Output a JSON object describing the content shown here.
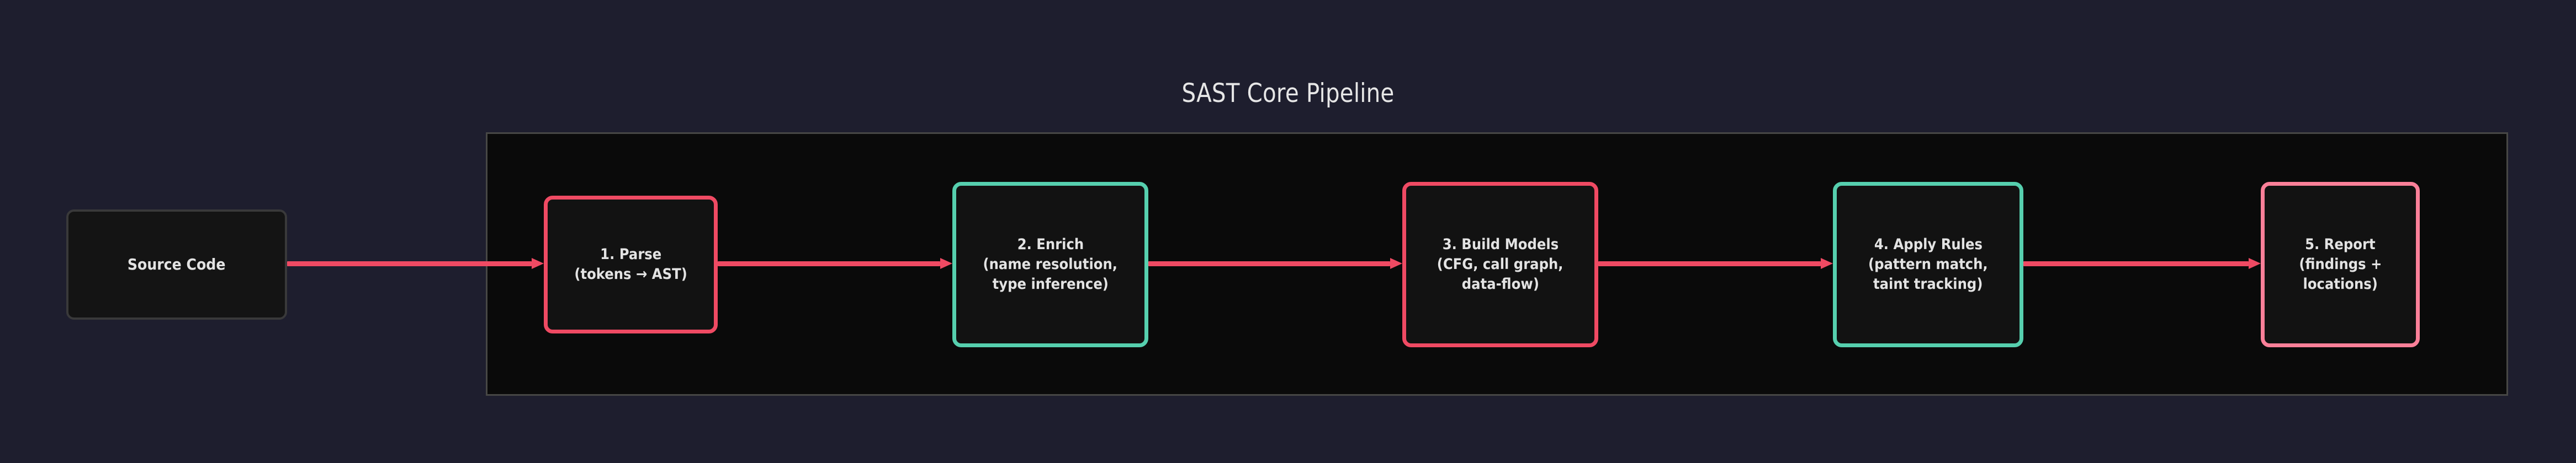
{
  "diagram": {
    "title": "SAST Core Pipeline",
    "background_color": "#1e1e2e",
    "container_fill": "#0a0a0a",
    "container_border_color": "#474745",
    "text_color": "#e3e3e3",
    "accent_pink": "#ef4a63",
    "accent_pink_light": "#fb8099",
    "accent_teal": "#56cfae",
    "edge_color": "#ef4a63"
  },
  "input_node": {
    "id": "source-code",
    "lines": [
      "Source Code"
    ],
    "fill": "#141414",
    "border_color": "#39393a"
  },
  "pipeline_nodes": [
    {
      "id": "parse",
      "lines": [
        "1. Parse",
        "(tokens → AST)"
      ],
      "border_color": "#ef4a63"
    },
    {
      "id": "enrich",
      "lines": [
        "2. Enrich",
        "(name resolution,",
        "type inference)"
      ],
      "border_color": "#56cfae"
    },
    {
      "id": "build-models",
      "lines": [
        "3. Build Models",
        "(CFG, call graph,",
        "data-flow)"
      ],
      "border_color": "#ef4a63"
    },
    {
      "id": "apply-rules",
      "lines": [
        "4. Apply Rules",
        "(pattern match,",
        "taint tracking)"
      ],
      "border_color": "#56cfae"
    },
    {
      "id": "report",
      "lines": [
        "5. Report",
        "(findings +",
        "locations)"
      ],
      "border_color": "#fb8099"
    }
  ],
  "edges": [
    {
      "id": "source-to-parse",
      "from": "source-code",
      "to": "parse"
    },
    {
      "id": "parse-to-enrich",
      "from": "parse",
      "to": "enrich"
    },
    {
      "id": "enrich-to-build",
      "from": "enrich",
      "to": "build-models"
    },
    {
      "id": "build-to-rules",
      "from": "build-models",
      "to": "apply-rules"
    },
    {
      "id": "rules-to-report",
      "from": "apply-rules",
      "to": "report"
    }
  ]
}
